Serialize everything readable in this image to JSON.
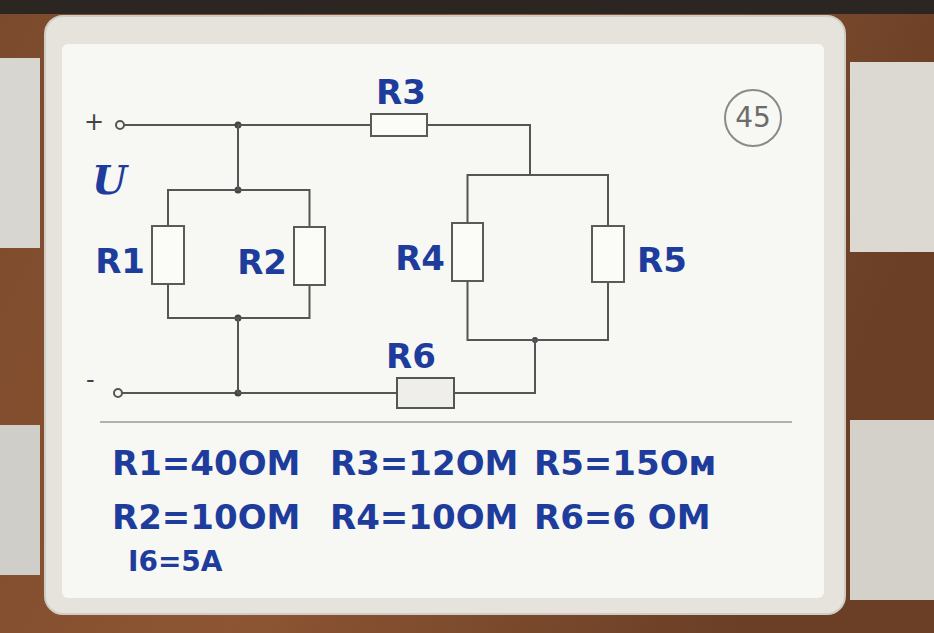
{
  "diagram": {
    "nodes": [
      {
        "text": [
          "R3"
        ]
      },
      {
        "text": [
          "45"
        ]
      },
      {
        "text": [
          "R1"
        ]
      },
      {
        "text": [
          "R2"
        ]
      },
      {
        "text": [
          "R4"
        ]
      },
      {
        "text": [
          "R5"
        ]
      },
      {
        "text": [
          "R6"
        ]
      }
    ],
    "edges": [
      {
        "from": 2,
        "to": 3,
        "arrow": "none"
      },
      {
        "from": 2,
        "to": 3,
        "arrow": "none"
      },
      {
        "from": 0,
        "to": 2,
        "arrow": "none"
      },
      {
        "from": 0,
        "to": 4,
        "arrow": "none"
      },
      {
        "from": 0,
        "to": 5,
        "arrow": "none"
      },
      {
        "from": 4,
        "to": 6,
        "arrow": "none"
      },
      {
        "from": 5,
        "to": 6,
        "arrow": "none"
      },
      {
        "from": 6,
        "to": 2,
        "arrow": "none"
      }
    ],
    "labels": [
      "+",
      "U",
      "-",
      "R1=40ОМ",
      "R3=12ОМ",
      "R5=15Ом",
      "R2=10ОМ",
      "R4=10ОМ",
      "R6=6 ОМ",
      "I6=5A"
    ]
  }
}
